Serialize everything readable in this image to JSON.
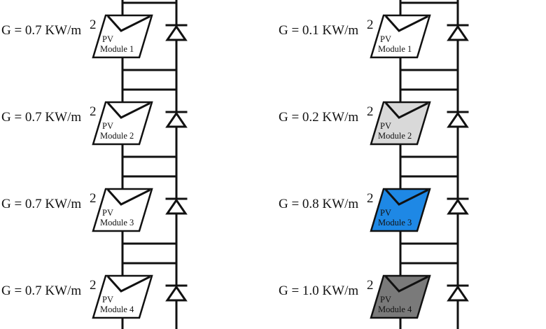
{
  "strings": [
    {
      "id": "left",
      "modules": [
        {
          "irradiance": "G = 0.7 KW/m",
          "exponent": "2",
          "label_top": "PV",
          "label_bottom": "Module 1",
          "fill": "#ffffff"
        },
        {
          "irradiance": "G = 0.7 KW/m",
          "exponent": "2",
          "label_top": "PV",
          "label_bottom": "Module 2",
          "fill": "#ffffff"
        },
        {
          "irradiance": "G = 0.7 KW/m",
          "exponent": "2",
          "label_top": "PV",
          "label_bottom": "Module 3",
          "fill": "#ffffff"
        },
        {
          "irradiance": "G = 0.7 KW/m",
          "exponent": "2",
          "label_top": "PV",
          "label_bottom": "Module 4",
          "fill": "#ffffff"
        }
      ]
    },
    {
      "id": "right",
      "modules": [
        {
          "irradiance": "G = 0.1 KW/m",
          "exponent": "2",
          "label_top": "PV",
          "label_bottom": "Module 1",
          "fill": "#ffffff"
        },
        {
          "irradiance": "G = 0.2 KW/m",
          "exponent": "2",
          "label_top": "PV",
          "label_bottom": "Module 2",
          "fill": "#d9d9d9"
        },
        {
          "irradiance": "G = 0.8 KW/m",
          "exponent": "2",
          "label_top": "PV",
          "label_bottom": "Module 3",
          "fill": "#1e88e5"
        },
        {
          "irradiance": "G = 1.0 KW/m",
          "exponent": "2",
          "label_top": "PV",
          "label_bottom": "Module 4",
          "fill": "#7a7a7a"
        }
      ]
    }
  ]
}
